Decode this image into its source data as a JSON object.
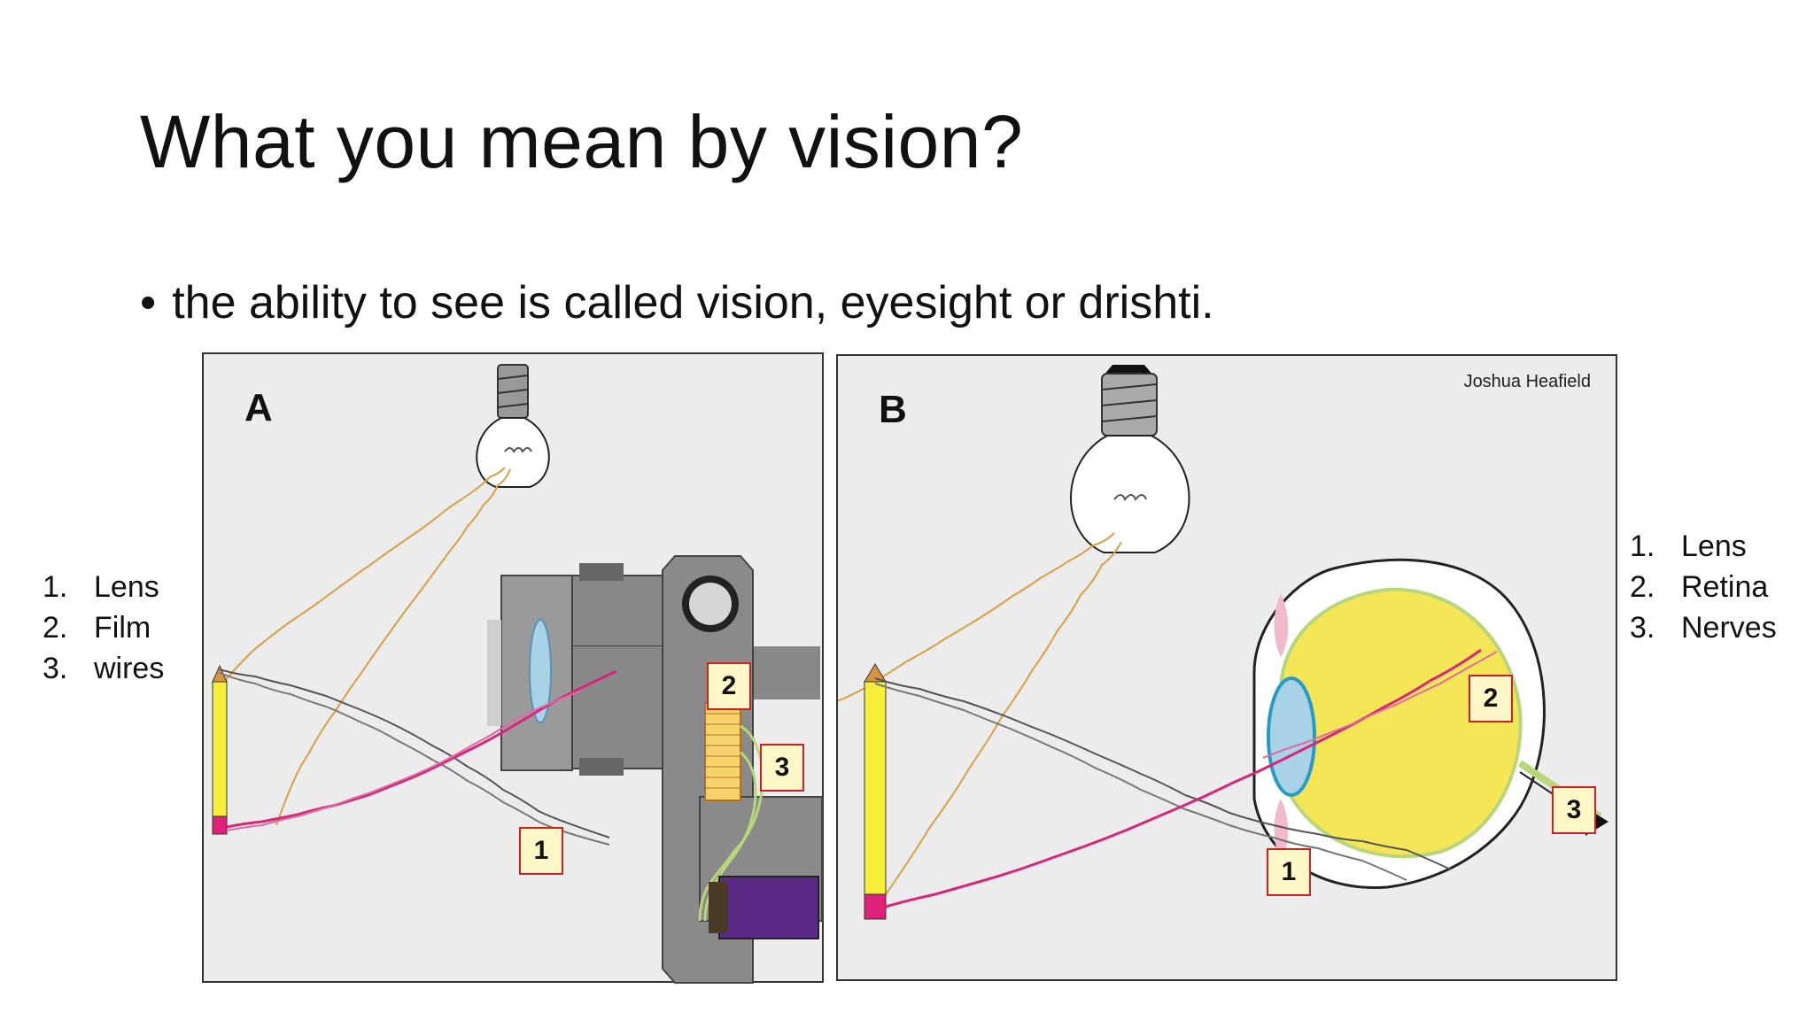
{
  "slide": {
    "title": "What you mean by vision?",
    "bullet": "the ability to see is called vision, eyesight or drishti.",
    "bullet_symbol": "•"
  },
  "left_list": {
    "items": [
      {
        "num": "1.",
        "label": "Lens"
      },
      {
        "num": "2.",
        "label": "Film"
      },
      {
        "num": "3.",
        "label": "wires"
      }
    ]
  },
  "right_list": {
    "items": [
      {
        "num": "1.",
        "label": "Lens"
      },
      {
        "num": "2.",
        "label": "Retina"
      },
      {
        "num": "3.",
        "label": "Nerves"
      }
    ]
  },
  "figure_a": {
    "letter": "A",
    "markers": [
      "1",
      "2",
      "3"
    ]
  },
  "figure_b": {
    "letter": "B",
    "credit": "Joshua Heafield",
    "markers": [
      "1",
      "2",
      "3"
    ]
  },
  "colors": {
    "ray_orange": "#d8a047",
    "ray_grey": "#555555",
    "ray_pink": "#d8267a",
    "pencil_yellow": "#f5ef3a",
    "eye_yellow": "#f5e658",
    "lens_blue": "#a9d2e6",
    "marker_border": "#cc2222"
  }
}
